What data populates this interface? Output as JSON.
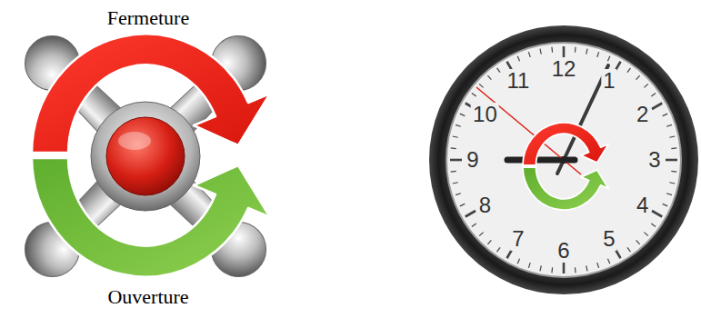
{
  "diagram": {
    "labels": [
      "Fermeture",
      "Ouverture",
      "12",
      "1",
      "2",
      "3",
      "4",
      "5",
      "6",
      "7",
      "8",
      "9",
      "10",
      "11"
    ]
  }
}
